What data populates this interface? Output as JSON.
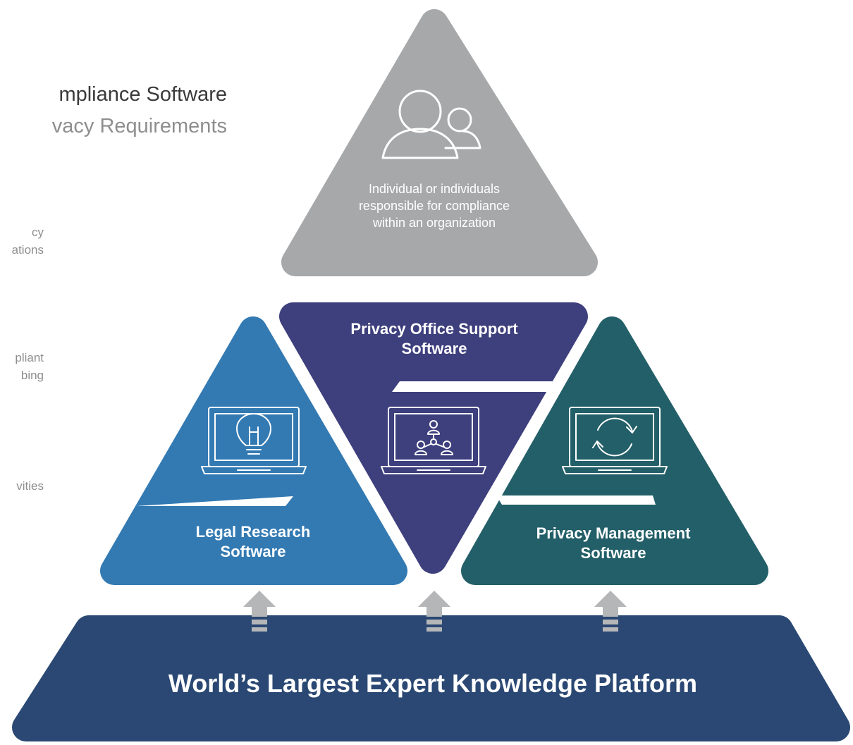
{
  "left_panel": {
    "title": "mpliance Software",
    "subtitle": "vacy Requirements",
    "items": [
      [
        "cy",
        "ations"
      ],
      [
        "pliant",
        "bing"
      ],
      [
        "vities"
      ]
    ]
  },
  "top_triangle": {
    "label_lines": [
      "Individual or individuals",
      "responsible for compliance",
      "within an organization"
    ],
    "icon": "people-icon",
    "color": "#a7a8aa"
  },
  "left_triangle": {
    "label_lines": [
      "Legal Research",
      "Software"
    ],
    "icon": "laptop-lightbulb-icon",
    "color": "#337ab3"
  },
  "center_triangle": {
    "label_lines": [
      "Privacy Office Support",
      "Software"
    ],
    "icon": "laptop-org-chart-icon",
    "color": "#3e3f7d"
  },
  "right_triangle": {
    "label_lines": [
      "Privacy Management",
      "Software"
    ],
    "icon": "laptop-refresh-icon",
    "color": "#235f68"
  },
  "platform": {
    "label": "World’s Largest Expert Knowledge Platform",
    "color": "#2a4873"
  },
  "arrow_color": "#b5b6b8"
}
